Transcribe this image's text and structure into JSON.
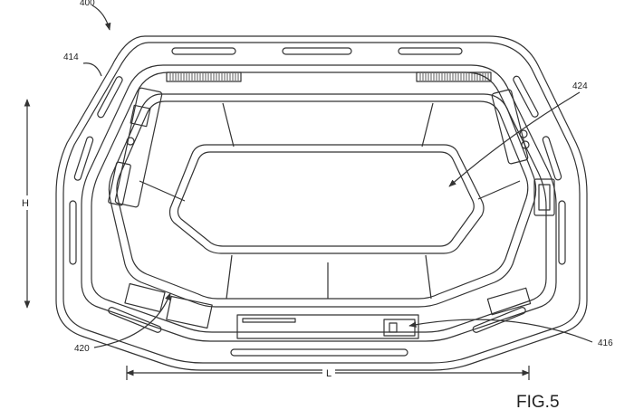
{
  "figure": {
    "caption": "FIG.5",
    "line_color": "#333333",
    "background": "#ffffff"
  },
  "reference_numerals": {
    "device": "400",
    "outer_rail": "414",
    "play_surface": "424",
    "lower_station": "416",
    "left_panel": "420"
  },
  "dimensions": {
    "height": "H",
    "length": "L"
  }
}
